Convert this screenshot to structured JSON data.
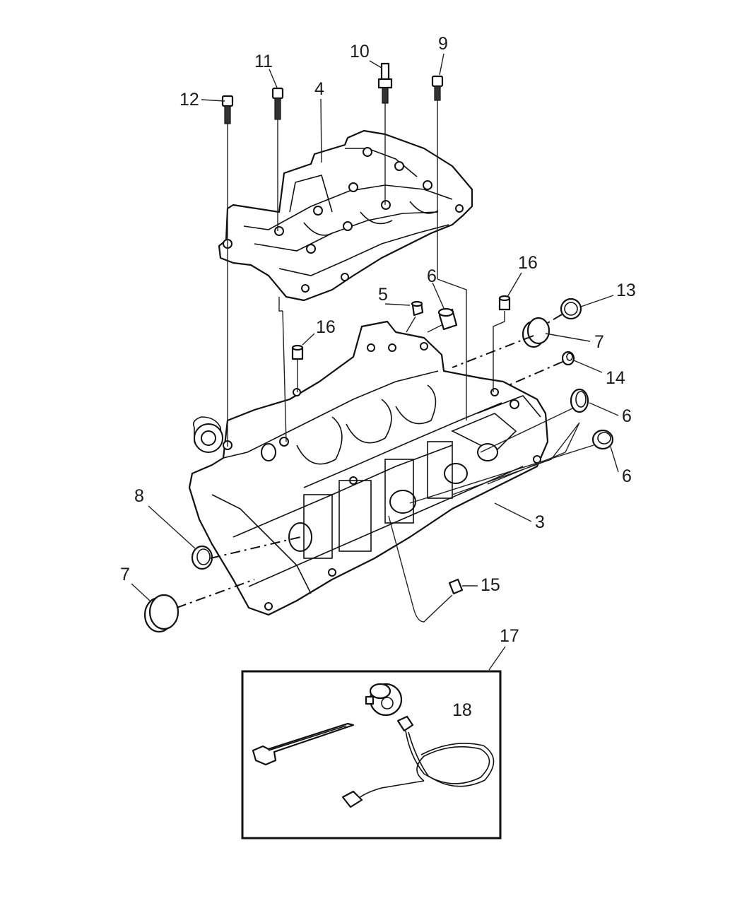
{
  "callouts": {
    "c12": "12",
    "c11": "11",
    "c4": "4",
    "c10": "10",
    "c9": "9",
    "c16a": "16",
    "c13": "13",
    "c6a": "6",
    "c5": "5",
    "c16b": "16",
    "c7a": "7",
    "c14": "14",
    "c6b": "6",
    "c6c": "6",
    "c3": "3",
    "c8": "8",
    "c7b": "7",
    "c15": "15",
    "c17": "17",
    "c18": "18"
  }
}
